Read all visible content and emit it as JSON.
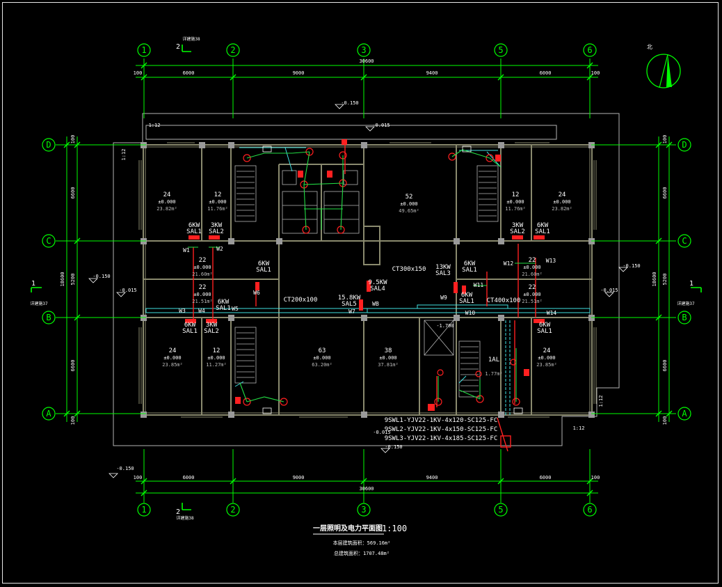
{
  "colors": {
    "background": "#000000",
    "axis": "#00ff00",
    "wall": "#8a8a6e",
    "cable": "#ff2020",
    "tray": "#40e0e0",
    "text": "#ffffff",
    "outline": "#b4b4b4"
  },
  "axes": {
    "vertical": [
      "1",
      "2",
      "3",
      "5",
      "6"
    ],
    "horizontal": [
      "D",
      "C",
      "B",
      "A"
    ]
  },
  "dimensions": {
    "edge_left": "100",
    "edge_right": "100",
    "spans": [
      "6000",
      "9000",
      "9400",
      "6000"
    ],
    "total": "30600",
    "bays": [
      "6600",
      "5200",
      "6600"
    ],
    "total_v": "18600",
    "edge_v": "100"
  },
  "levels": {
    "top_outer": "-0.150",
    "top_step": "-0.015",
    "west_outer": "-0.150",
    "west_step": "-0.015",
    "east_outer": "-0.150",
    "east_step": "-0.015",
    "bottom_outer": "-0.150",
    "bottom_step": "-0.150",
    "bottom_cable": "-0.015",
    "lift_pit": "-1.700",
    "corridor": "±0.000"
  },
  "section_marks": {
    "top": {
      "no": "2",
      "ref": "详建施38"
    },
    "bottom": {
      "no": "2",
      "ref": "详建施38"
    },
    "left": {
      "no": "1",
      "ref": "详建施37"
    },
    "right": {
      "no": "1",
      "ref": "详建施37"
    }
  },
  "ramps": [
    "1:12",
    "1:12",
    "1:12",
    "1:12"
  ],
  "north": "北",
  "rooms": [
    {
      "no": "24",
      "elev": "±0.000",
      "area": "23.82m²"
    },
    {
      "no": "12",
      "elev": "±0.000",
      "area": "11.76m²"
    },
    {
      "no": "52",
      "elev": "±0.000",
      "area": "49.65m²"
    },
    {
      "no": "12",
      "elev": "±0.000",
      "area": "11.76m²"
    },
    {
      "no": "24",
      "elev": "±0.000",
      "area": "23.82m²"
    },
    {
      "no": "22",
      "elev": "±0.000",
      "area": "21.60m²"
    },
    {
      "no": "22",
      "elev": "±0.000",
      "area": "21.51m²"
    },
    {
      "no": "22",
      "elev": "±0.000",
      "area": "21.60m²"
    },
    {
      "no": "22",
      "elev": "±0.000",
      "area": "21.51m²"
    },
    {
      "no": "24",
      "elev": "±0.000",
      "area": "23.85m²"
    },
    {
      "no": "12",
      "elev": "±0.000",
      "area": "11.27m²"
    },
    {
      "no": "63",
      "elev": "±0.000",
      "area": "63.20m²"
    },
    {
      "no": "38",
      "elev": "±0.000",
      "area": "37.81m²"
    },
    {
      "no": "24",
      "elev": "±0.000",
      "area": "23.85m²"
    },
    {
      "no": "1AL",
      "elev": "",
      "area": "1.77m²"
    }
  ],
  "panels": [
    {
      "kw": "6KW",
      "tag": "SAL1"
    },
    {
      "kw": "3KW",
      "tag": "SAL2"
    },
    {
      "kw": "3KW",
      "tag": "SAL2"
    },
    {
      "kw": "6KW",
      "tag": "SAL1"
    },
    {
      "kw": "6KW",
      "tag": "SAL1"
    },
    {
      "kw": "13KW",
      "tag": "SAL3"
    },
    {
      "kw": "6KW",
      "tag": "SAL1"
    },
    {
      "kw": "9.5KW",
      "tag": "SAL4"
    },
    {
      "kw": "15.8KW",
      "tag": "SAL5"
    },
    {
      "kw": "6KW",
      "tag": "SAL1"
    },
    {
      "kw": "6KW",
      "tag": "SAL1"
    },
    {
      "kw": "3KW",
      "tag": "SAL2"
    },
    {
      "kw": "6KW",
      "tag": "SAL1"
    },
    {
      "kw": "6KW",
      "tag": "SAL1"
    }
  ],
  "wires": [
    "W1",
    "W2",
    "W3",
    "W4",
    "W5",
    "W6",
    "W7",
    "WB",
    "W9",
    "W10",
    "W11",
    "W12",
    "W13",
    "W14"
  ],
  "trays": {
    "left": "CT200x100",
    "top": "CT300x150",
    "right": "CT400x100"
  },
  "incoming": [
    "9SWL1-YJV22-1KV-4x120-SC125-FC",
    "9SWL2-YJV22-1KV-4x150-SC125-FC",
    "9SWL3-YJV22-1KV-4x185-SC125-FC"
  ],
  "title": {
    "name": "一层照明及电力平面图",
    "scale": "1:100",
    "area1": "本层建筑面积：569.16m²",
    "area2": "总建筑面积：1707.48m²"
  }
}
